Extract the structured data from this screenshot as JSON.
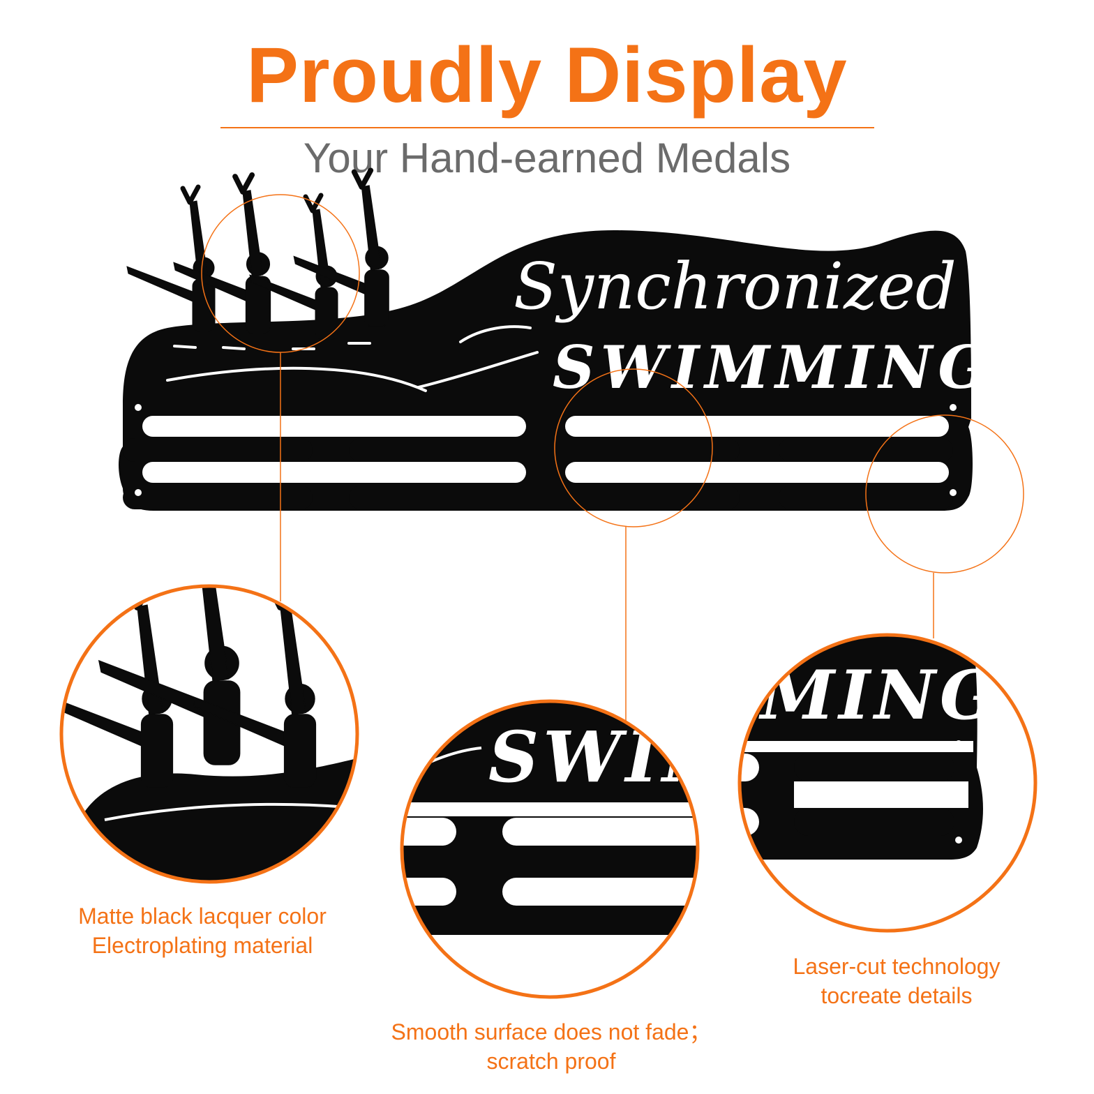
{
  "header": {
    "title": "Proudly Display",
    "subtitle": "Your Hand-earned Medals"
  },
  "product": {
    "script_text": "Synchronized",
    "block_text": "SWIMMING",
    "zoom_center_text": "SWIM",
    "zoom_right_text": "MING"
  },
  "captions": {
    "left_line1": "Matte black lacquer color",
    "left_line2": "Electroplating material",
    "center_line1": "Smooth surface does not fade；",
    "center_line2": "scratch proof",
    "right_line1": "Laser-cut technology",
    "right_line2": "tocreate details"
  },
  "colors": {
    "accent": "#f47216",
    "subtitle": "#6b6b6b",
    "metal": "#0b0b0b",
    "background": "#ffffff"
  }
}
